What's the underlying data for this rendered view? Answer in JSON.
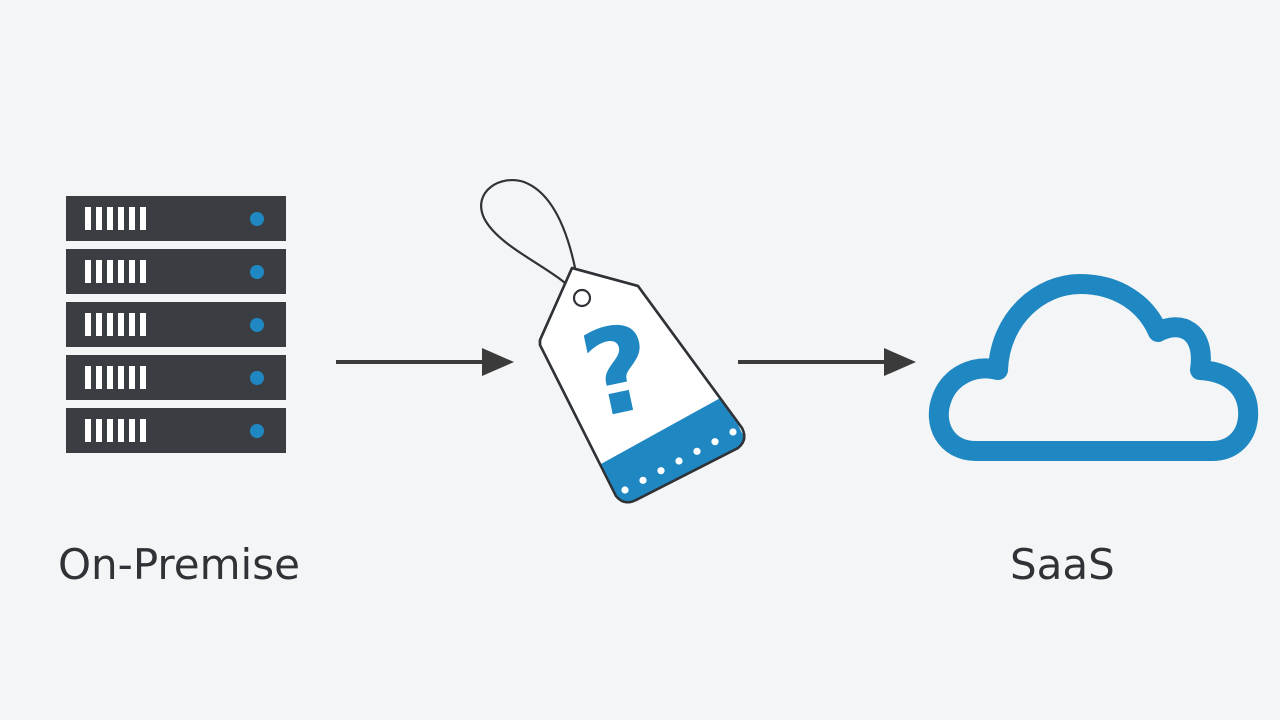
{
  "labels": {
    "source": "On-Premise",
    "target": "SaaS"
  },
  "tag": {
    "symbol": "?"
  },
  "server": {
    "unit_count": 5
  },
  "icons": {
    "source": "server-rack-icon",
    "middle": "price-tag-icon",
    "target": "cloud-icon"
  },
  "colors": {
    "background": "#f4f5f6",
    "server": "#3a3d41",
    "accent": "#1f88c2",
    "arrow": "#3b3b3b",
    "text": "#2f3236"
  }
}
